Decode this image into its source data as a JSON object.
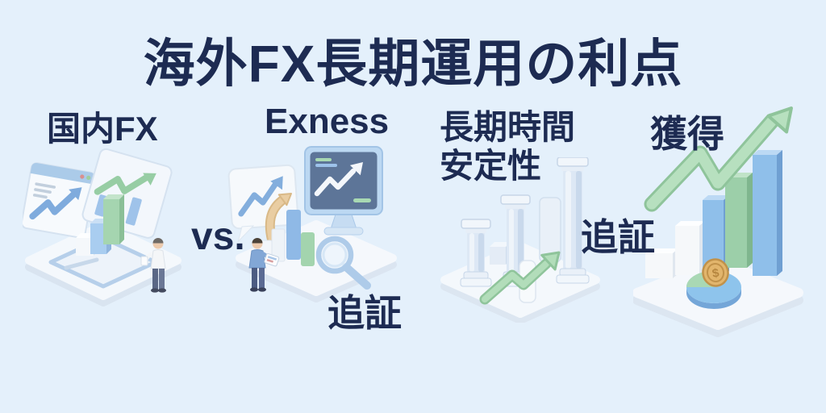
{
  "title": "海外FX長期運用の利点",
  "comparison": {
    "vs_label": "vs."
  },
  "sections": {
    "domestic": {
      "label": "国内FX"
    },
    "exness": {
      "label": "Exness",
      "caption": "追証"
    },
    "stability": {
      "label_line1": "長期時間",
      "label_line2": "安定性",
      "caption": "追証"
    },
    "profit": {
      "label": "獲得",
      "coin_symbol": "$"
    }
  },
  "colors": {
    "background": "#e4f0fb",
    "text": "#1d2b52",
    "blue_accent": "#8fb9e6",
    "green_accent": "#a5d6b0",
    "monitor_screen": "#5d7598",
    "gold_coin": "#e2b56c",
    "platform_white": "#f5f8fc"
  },
  "icons": {
    "domestic": [
      "browser-chart-icon",
      "board-chart-icon",
      "bar-chart-icon",
      "trader-person-icon"
    ],
    "exness": [
      "speech-bubble-chart-icon",
      "monitor-chart-icon",
      "curved-arrow-icon",
      "bar-chart-icon",
      "magnifier-icon",
      "trader-person-icon"
    ],
    "stability": [
      "pillars-icon",
      "growth-arrow-icon"
    ],
    "profit": [
      "bar-chart-icon",
      "pie-chart-icon",
      "dollar-coin-icon",
      "growth-arrow-icon"
    ]
  }
}
